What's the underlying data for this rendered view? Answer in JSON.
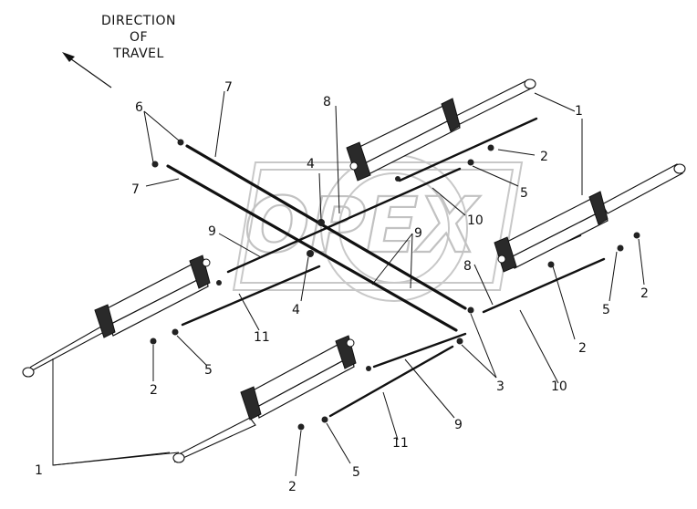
{
  "direction": {
    "line1": "DIRECTION",
    "line2": "OF",
    "line3": "TRAVEL"
  },
  "watermark": "OPEX",
  "callouts": {
    "c1_top": "1",
    "c1_bottom": "1",
    "c2_a": "2",
    "c2_b": "2",
    "c2_c": "2",
    "c2_d": "2",
    "c2_e": "2",
    "c3": "3",
    "c4_a": "4",
    "c4_b": "4",
    "c5_a": "5",
    "c5_b": "5",
    "c5_c": "5",
    "c5_d": "5",
    "c6": "6",
    "c7_a": "7",
    "c7_b": "7",
    "c8_a": "8",
    "c8_b": "8",
    "c9_a": "9",
    "c9_b": "9",
    "c9_c": "9",
    "c10_a": "10",
    "c10_b": "10",
    "c11_a": "11",
    "c11_b": "11"
  }
}
